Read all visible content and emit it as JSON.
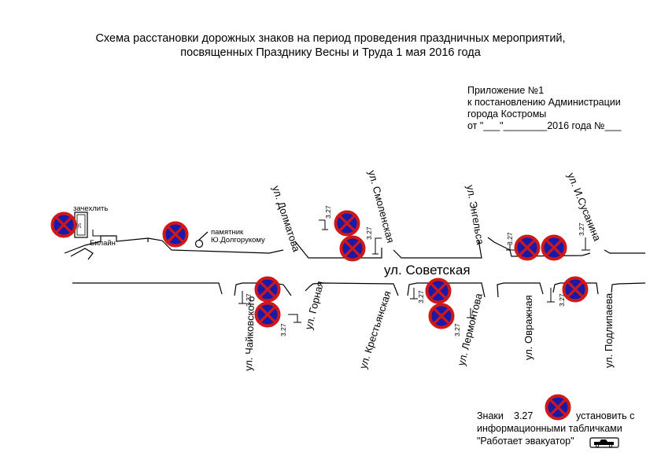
{
  "title": {
    "line1": "Схема расстановки дорожных знаков на период проведения праздничных мероприятий,",
    "line2": "посвященных Празднику Весны и Труда 1 мая 2016 года"
  },
  "annex": {
    "line1": "Приложение №1",
    "line2": "к постановлению Администрации",
    "line3": "города Костромы",
    "line4": "от \"___\"________2016 года №___"
  },
  "streets": {
    "main": "ул. Советская",
    "dolmatova": "ул. Долматова",
    "smolenskaya": "ул. Смоленская",
    "engelsa": "ул. Энгельса",
    "susanina": "ул. И.Сусанина",
    "chaikovskogo": "ул. Чайковского",
    "gornaya": "ул. Горная",
    "krestyanskaya": "ул. Крестьянская",
    "lermontova": "ул. Лермонтова",
    "ovrazhnaya": "ул. Овражная",
    "podlipaeva": "ул. Подлипаева"
  },
  "labels": {
    "zachehlit": "зачехлить",
    "beeline": "Билайн",
    "monument_1": "памятник",
    "monument_2": "Ю.Долгорукому",
    "sign_25": "25",
    "sign_code": "3.27"
  },
  "legend": {
    "signs": "Знаки",
    "code": "3.27",
    "install": "установить с",
    "line2": "информационными табличками",
    "line3": "\"Работает эвакуатор\""
  },
  "colors": {
    "sign_fill": "#1a1aa8",
    "sign_border": "#d01818",
    "line": "#000000"
  }
}
